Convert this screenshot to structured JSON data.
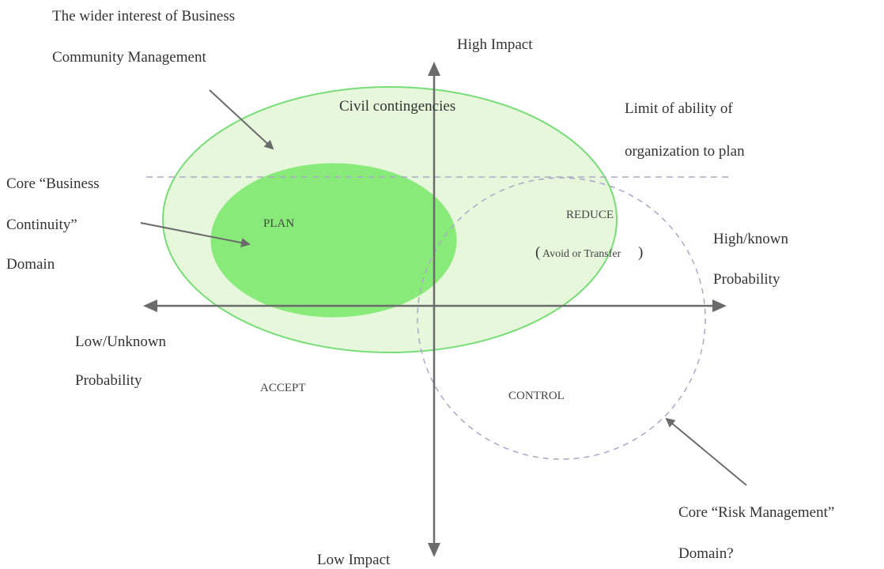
{
  "axes": {
    "top_label": "High Impact",
    "bottom_label": "Low Impact",
    "left_label_line1": "Low/Unknown",
    "left_label_line2": "Probability",
    "right_label_line1": "High/known",
    "right_label_line2": "Probability"
  },
  "annotations": {
    "wider_interest_line1": "The wider interest of Business",
    "wider_interest_line2": "Community Management",
    "civil_contingencies": "Civil contingencies",
    "limit_line1": "Limit of ability of",
    "limit_line2": "organization to plan",
    "core_bc_line1": "Core “Business",
    "core_bc_line2": "Continuity”",
    "core_bc_line3": "Domain",
    "core_rm_line1": "Core “Risk Management”",
    "core_rm_line2": "Domain?"
  },
  "quadrants": {
    "plan": "PLAN",
    "reduce": "REDUCE",
    "reduce_sub_open": "(",
    "reduce_sub_text": "Avoid or Transfer",
    "reduce_sub_close": ")",
    "accept": "ACCEPT",
    "control": "CONTROL"
  },
  "colors": {
    "outer_ellipse_fill": "#e6f7dc",
    "outer_ellipse_stroke": "#77dd77",
    "inner_ellipse_fill": "#88ea78",
    "axis": "#6b6b6b",
    "dashed": "#a8a8c8",
    "text": "#333333"
  }
}
